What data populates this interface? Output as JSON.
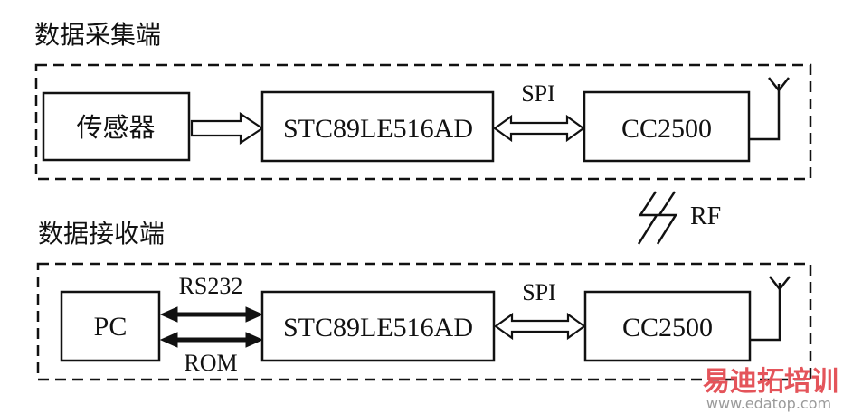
{
  "colors": {
    "ink": "#111111",
    "background": "#ffffff",
    "watermark_red": "#e4545a",
    "watermark_gray": "#9a9a9a"
  },
  "top_group": {
    "title": "数据采集端",
    "sensor": "传感器",
    "mcu": "STC89LE516AD",
    "spi": "SPI",
    "radio": "CC2500"
  },
  "link": {
    "rf": "RF",
    "icon": "lightning-icon"
  },
  "bottom_group": {
    "title": "数据接收端",
    "pc": "PC",
    "rs232": "RS232",
    "rom": "ROM",
    "mcu": "STC89LE516AD",
    "spi": "SPI",
    "radio": "CC2500"
  },
  "watermark": {
    "brand": "易迪拓培训",
    "url": "www.edatop.com"
  }
}
